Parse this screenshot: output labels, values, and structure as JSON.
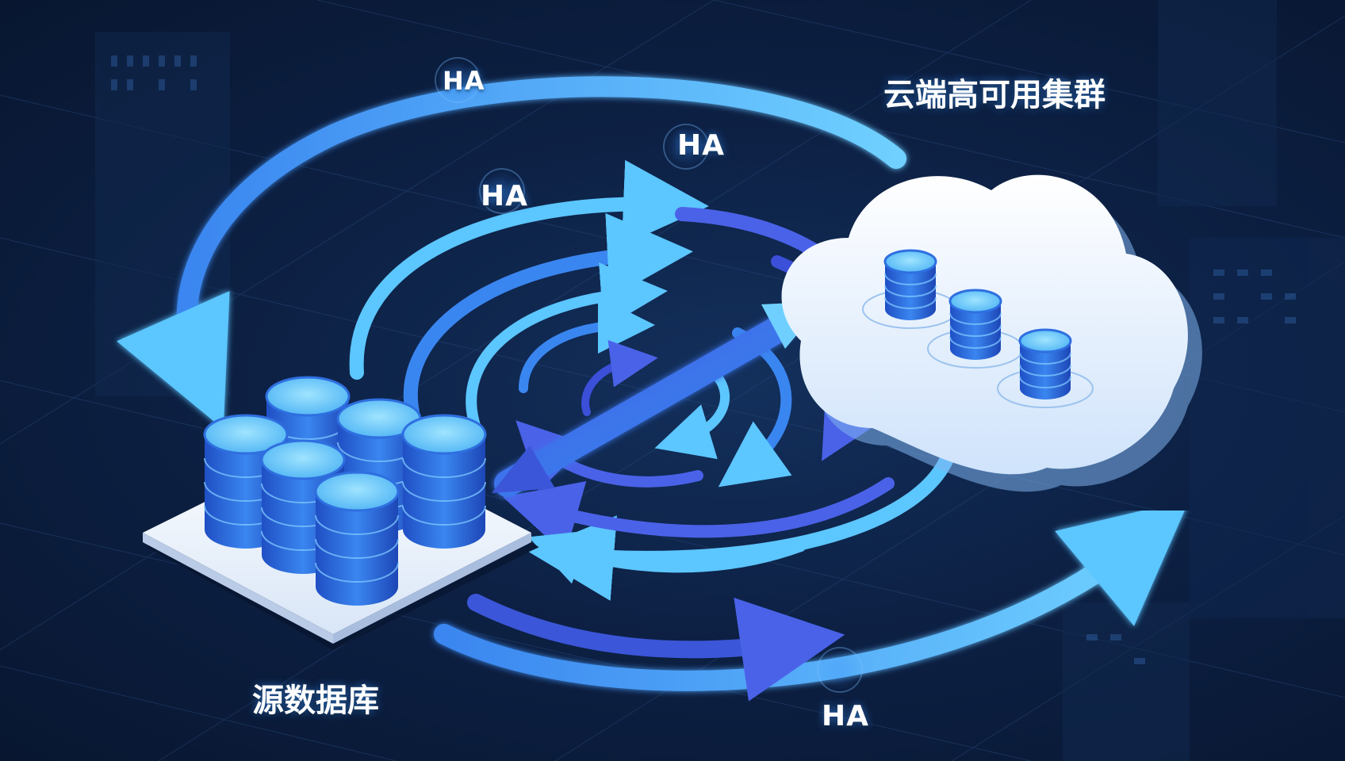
{
  "labels": {
    "source_db": "源数据库",
    "cloud_cluster": "云端高可用集群",
    "ha_top": "HA",
    "ha_mid": "HA",
    "ha_left": "HA",
    "ha_bottom": "HA"
  },
  "colors": {
    "background": "#0b1a33",
    "arrow_light": "#5cc6ff",
    "arrow_mid": "#3a86f0",
    "arrow_deep": "#3b4fd8",
    "cylinder_top": "#6fd0ff",
    "cylinder_body": "#2f6fe0",
    "cloud": "#e9f3ff"
  }
}
